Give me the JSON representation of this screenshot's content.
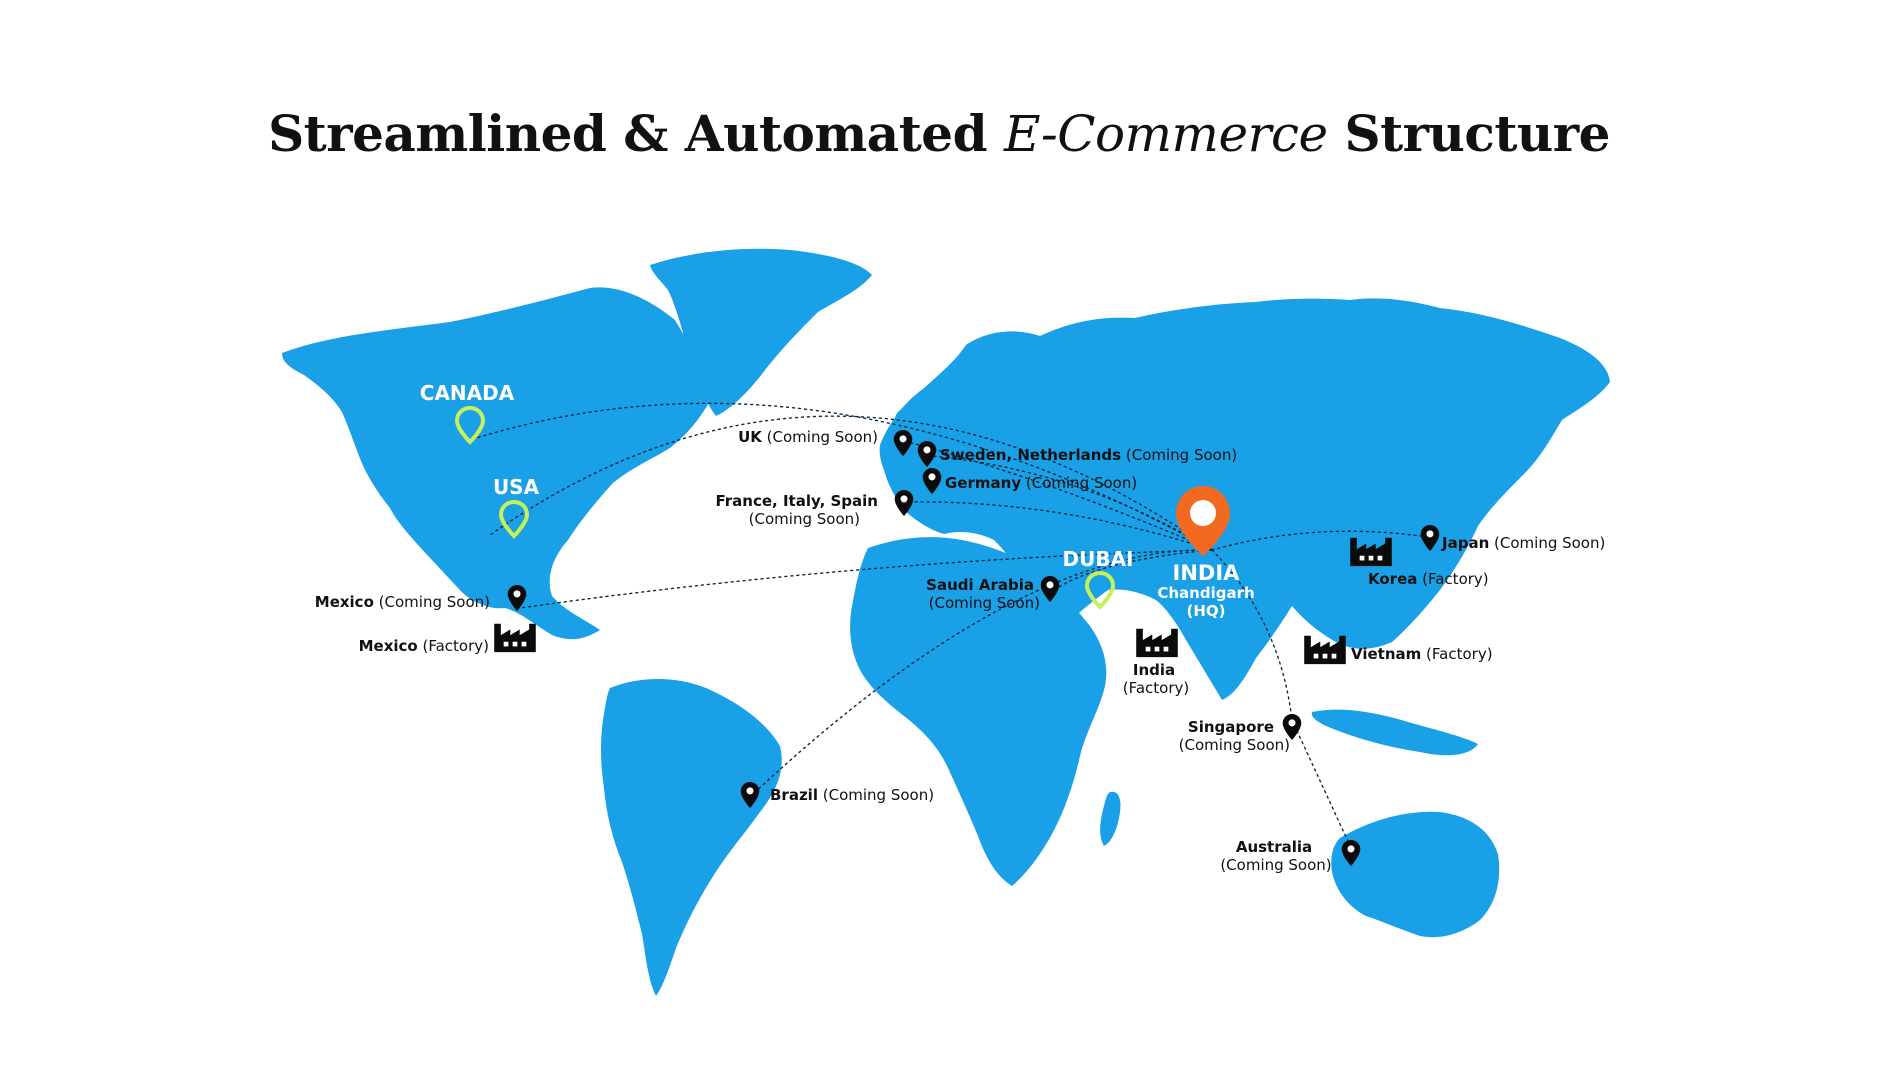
{
  "title": {
    "part1": "Streamlined & Automated ",
    "italic": "E-Commerce",
    "part2": " Structure"
  },
  "colors": {
    "land": "#1aa0e6",
    "hub_pin": "#f26a21",
    "hub_marker": "#c6f05a",
    "location_pin": "#0b0b0b",
    "route": "#0f2a44"
  },
  "hubs": [
    {
      "name": "CANADA",
      "icon": "map-marker-outline-icon"
    },
    {
      "name": "USA",
      "icon": "map-marker-outline-icon"
    },
    {
      "name": "DUBAI",
      "icon": "map-marker-outline-icon"
    }
  ],
  "headquarters": {
    "country": "INDIA",
    "city": "Chandigarh",
    "tag": "(HQ)",
    "icon": "map-marker-orange-icon"
  },
  "locations": [
    {
      "name": "UK",
      "status": "(Coming Soon)"
    },
    {
      "name": "Sweden, Netherlands",
      "status": "(Coming Soon)"
    },
    {
      "name": "Germany",
      "status": "(Coming Soon)"
    },
    {
      "name": "France, Italy, Spain",
      "status": "(Coming Soon)"
    },
    {
      "name": "Japan",
      "status": "(Coming Soon)"
    },
    {
      "name": "Korea",
      "status": "(Factory)"
    },
    {
      "name": "Mexico",
      "status": "(Coming Soon)"
    },
    {
      "name": "Mexico",
      "status": "(Factory)"
    },
    {
      "name": "Saudi Arabia",
      "status": "(Coming Soon)"
    },
    {
      "name": "India",
      "status": "(Factory)"
    },
    {
      "name": "Vietnam",
      "status": "(Factory)"
    },
    {
      "name": "Singapore",
      "status": "(Coming Soon)"
    },
    {
      "name": "Brazil",
      "status": "(Coming Soon)"
    },
    {
      "name": "Australia",
      "status": "(Coming Soon)"
    }
  ]
}
